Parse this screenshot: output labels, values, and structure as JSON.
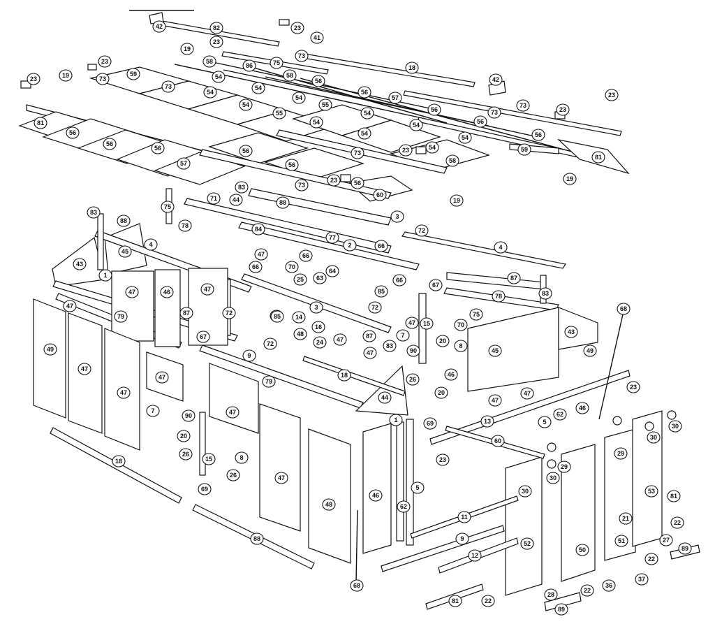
{
  "callouts": [
    {
      "id": "c-42a",
      "label": "42"
    },
    {
      "id": "c-82a",
      "label": "82"
    },
    {
      "id": "c-23a",
      "label": "23"
    },
    {
      "id": "c-23b",
      "label": "23"
    },
    {
      "id": "c-41",
      "label": "41"
    },
    {
      "id": "c-73a",
      "label": "73"
    },
    {
      "id": "c-19a",
      "label": "19"
    },
    {
      "id": "c-18a",
      "label": "18"
    },
    {
      "id": "c-23c",
      "label": "23"
    },
    {
      "id": "c-58a",
      "label": "58"
    },
    {
      "id": "c-86",
      "label": "86"
    },
    {
      "id": "c-75a",
      "label": "75"
    },
    {
      "id": "c-23d",
      "label": "23"
    },
    {
      "id": "c-19b",
      "label": "19"
    },
    {
      "id": "c-73b",
      "label": "73"
    },
    {
      "id": "c-59a",
      "label": "59"
    },
    {
      "id": "c-54a",
      "label": "54"
    },
    {
      "id": "c-58b",
      "label": "58"
    },
    {
      "id": "c-56a",
      "label": "56"
    },
    {
      "id": "c-42b",
      "label": "42"
    },
    {
      "id": "c-23e",
      "label": "23"
    },
    {
      "id": "c-73c",
      "label": "73"
    },
    {
      "id": "c-54b",
      "label": "54"
    },
    {
      "id": "c-54c",
      "label": "54"
    },
    {
      "id": "c-54d",
      "label": "54"
    },
    {
      "id": "c-56b",
      "label": "56"
    },
    {
      "id": "c-57a",
      "label": "57"
    },
    {
      "id": "c-73d",
      "label": "73"
    },
    {
      "id": "c-23f",
      "label": "23"
    },
    {
      "id": "c-81a",
      "label": "81"
    },
    {
      "id": "c-56c",
      "label": "56"
    },
    {
      "id": "c-54e",
      "label": "54"
    },
    {
      "id": "c-55a",
      "label": "55"
    },
    {
      "id": "c-55b",
      "label": "55"
    },
    {
      "id": "c-54f",
      "label": "54"
    },
    {
      "id": "c-56d",
      "label": "56"
    },
    {
      "id": "c-73e",
      "label": "73"
    },
    {
      "id": "c-56e",
      "label": "56"
    },
    {
      "id": "c-56f",
      "label": "56"
    },
    {
      "id": "c-54g",
      "label": "54"
    },
    {
      "id": "c-54h",
      "label": "54"
    },
    {
      "id": "c-54i",
      "label": "54"
    },
    {
      "id": "c-56g",
      "label": "56"
    },
    {
      "id": "c-56h",
      "label": "56"
    },
    {
      "id": "c-54j",
      "label": "54"
    },
    {
      "id": "c-59b",
      "label": "59"
    },
    {
      "id": "c-81b",
      "label": "81"
    },
    {
      "id": "c-57b",
      "label": "57"
    },
    {
      "id": "c-56i",
      "label": "56"
    },
    {
      "id": "c-23g",
      "label": "23"
    },
    {
      "id": "c-54k",
      "label": "54"
    },
    {
      "id": "c-73f",
      "label": "73"
    },
    {
      "id": "c-56j",
      "label": "56"
    },
    {
      "id": "c-58c",
      "label": "58"
    },
    {
      "id": "c-19c",
      "label": "19"
    },
    {
      "id": "c-23h",
      "label": "23"
    },
    {
      "id": "c-56k",
      "label": "56"
    },
    {
      "id": "c-73g",
      "label": "73"
    },
    {
      "id": "c-60a",
      "label": "60"
    },
    {
      "id": "c-19d",
      "label": "19"
    },
    {
      "id": "c-83a",
      "label": "83"
    },
    {
      "id": "c-44a",
      "label": "44"
    },
    {
      "id": "c-88a",
      "label": "88"
    },
    {
      "id": "c-71",
      "label": "71"
    },
    {
      "id": "c-75b",
      "label": "75"
    },
    {
      "id": "c-83b",
      "label": "83"
    },
    {
      "id": "c-88b",
      "label": "88"
    },
    {
      "id": "c-78a",
      "label": "78"
    },
    {
      "id": "c-3a",
      "label": "3"
    },
    {
      "id": "c-72a",
      "label": "72"
    },
    {
      "id": "c-84",
      "label": "84"
    },
    {
      "id": "c-77",
      "label": "77"
    },
    {
      "id": "c-2",
      "label": "2"
    },
    {
      "id": "c-66a",
      "label": "66"
    },
    {
      "id": "c-4a",
      "label": "4"
    },
    {
      "id": "c-4b",
      "label": "4"
    },
    {
      "id": "c-45a",
      "label": "45"
    },
    {
      "id": "c-47a",
      "label": "47"
    },
    {
      "id": "c-66b",
      "label": "66"
    },
    {
      "id": "c-43a",
      "label": "43"
    },
    {
      "id": "c-66c",
      "label": "66"
    },
    {
      "id": "c-70a",
      "label": "70"
    },
    {
      "id": "c-64",
      "label": "64"
    },
    {
      "id": "c-1a",
      "label": "1"
    },
    {
      "id": "c-25",
      "label": "25"
    },
    {
      "id": "c-63",
      "label": "63"
    },
    {
      "id": "c-85a",
      "label": "85"
    },
    {
      "id": "c-66d",
      "label": "66"
    },
    {
      "id": "c-67a",
      "label": "67"
    },
    {
      "id": "c-87a",
      "label": "87"
    },
    {
      "id": "c-78b",
      "label": "78"
    },
    {
      "id": "c-83c",
      "label": "83"
    },
    {
      "id": "c-47b",
      "label": "47"
    },
    {
      "id": "c-46a",
      "label": "46"
    },
    {
      "id": "c-47c",
      "label": "47"
    },
    {
      "id": "c-85b",
      "label": "85"
    },
    {
      "id": "c-72b",
      "label": "72"
    },
    {
      "id": "c-47d",
      "label": "47"
    },
    {
      "id": "c-3b",
      "label": "3"
    },
    {
      "id": "c-79a",
      "label": "79"
    },
    {
      "id": "c-87b",
      "label": "87"
    },
    {
      "id": "c-72c",
      "label": "72"
    },
    {
      "id": "c-14",
      "label": "14"
    },
    {
      "id": "c-75c",
      "label": "75"
    },
    {
      "id": "c-68a",
      "label": "68"
    },
    {
      "id": "c-85c",
      "label": "85"
    },
    {
      "id": "c-48a",
      "label": "48"
    },
    {
      "id": "c-16",
      "label": "16"
    },
    {
      "id": "c-24",
      "label": "24"
    },
    {
      "id": "c-47e",
      "label": "47"
    },
    {
      "id": "c-87c",
      "label": "87"
    },
    {
      "id": "c-7a",
      "label": "7"
    },
    {
      "id": "c-47f",
      "label": "47"
    },
    {
      "id": "c-15a",
      "label": "15"
    },
    {
      "id": "c-70b",
      "label": "70"
    },
    {
      "id": "c-43b",
      "label": "43"
    },
    {
      "id": "c-67b",
      "label": "67"
    },
    {
      "id": "c-72d",
      "label": "72"
    },
    {
      "id": "c-49a",
      "label": "49"
    },
    {
      "id": "c-47g",
      "label": "47"
    },
    {
      "id": "c-47h",
      "label": "47"
    },
    {
      "id": "c-47i",
      "label": "47"
    },
    {
      "id": "c-47j",
      "label": "47"
    },
    {
      "id": "c-83d",
      "label": "83"
    },
    {
      "id": "c-20a",
      "label": "20"
    },
    {
      "id": "c-8a",
      "label": "8"
    },
    {
      "id": "c-45b",
      "label": "45"
    },
    {
      "id": "c-90a",
      "label": "90"
    },
    {
      "id": "c-49b",
      "label": "49"
    },
    {
      "id": "c-9a",
      "label": "9"
    },
    {
      "id": "c-18b",
      "label": "18"
    },
    {
      "id": "c-26a",
      "label": "26"
    },
    {
      "id": "c-46b",
      "label": "46"
    },
    {
      "id": "c-23i",
      "label": "23"
    },
    {
      "id": "c-79b",
      "label": "79"
    },
    {
      "id": "c-20b",
      "label": "20"
    },
    {
      "id": "c-44b",
      "label": "44"
    },
    {
      "id": "c-47k",
      "label": "47"
    },
    {
      "id": "c-47l",
      "label": "47"
    },
    {
      "id": "c-46c",
      "label": "46"
    },
    {
      "id": "c-7b",
      "label": "7"
    },
    {
      "id": "c-90b",
      "label": "90"
    },
    {
      "id": "c-47m",
      "label": "47"
    },
    {
      "id": "c-1b",
      "label": "1"
    },
    {
      "id": "c-69a",
      "label": "69"
    },
    {
      "id": "c-13",
      "label": "13"
    },
    {
      "id": "c-5a",
      "label": "5"
    },
    {
      "id": "c-62a",
      "label": "62"
    },
    {
      "id": "c-30a",
      "label": "30"
    },
    {
      "id": "c-20c",
      "label": "20"
    },
    {
      "id": "c-60b",
      "label": "60"
    },
    {
      "id": "c-30b",
      "label": "30"
    },
    {
      "id": "c-26b",
      "label": "26"
    },
    {
      "id": "c-15b",
      "label": "15"
    },
    {
      "id": "c-8b",
      "label": "8"
    },
    {
      "id": "c-23j",
      "label": "23"
    },
    {
      "id": "c-29a",
      "label": "29"
    },
    {
      "id": "c-29b",
      "label": "29"
    },
    {
      "id": "c-26c",
      "label": "26"
    },
    {
      "id": "c-30c",
      "label": "30"
    },
    {
      "id": "c-30d",
      "label": "30"
    },
    {
      "id": "c-53",
      "label": "53"
    },
    {
      "id": "c-18c",
      "label": "18"
    },
    {
      "id": "c-69b",
      "label": "69"
    },
    {
      "id": "c-47n",
      "label": "47"
    },
    {
      "id": "c-48b",
      "label": "48"
    },
    {
      "id": "c-46d",
      "label": "46"
    },
    {
      "id": "c-5b",
      "label": "5"
    },
    {
      "id": "c-62b",
      "label": "62"
    },
    {
      "id": "c-81c",
      "label": "81"
    },
    {
      "id": "c-21",
      "label": "21"
    },
    {
      "id": "c-22a",
      "label": "22"
    },
    {
      "id": "c-11",
      "label": "11"
    },
    {
      "id": "c-52",
      "label": "52"
    },
    {
      "id": "c-50",
      "label": "50"
    },
    {
      "id": "c-51",
      "label": "51"
    },
    {
      "id": "c-27",
      "label": "27"
    },
    {
      "id": "c-22b",
      "label": "22"
    },
    {
      "id": "c-89a",
      "label": "89"
    },
    {
      "id": "c-9b",
      "label": "9"
    },
    {
      "id": "c-12",
      "label": "12"
    },
    {
      "id": "c-88c",
      "label": "88"
    },
    {
      "id": "c-68b",
      "label": "68"
    },
    {
      "id": "c-28",
      "label": "28"
    },
    {
      "id": "c-22c",
      "label": "22"
    },
    {
      "id": "c-36",
      "label": "36"
    },
    {
      "id": "c-37",
      "label": "37"
    },
    {
      "id": "c-81d",
      "label": "81"
    },
    {
      "id": "c-22d",
      "label": "22"
    },
    {
      "id": "c-89b",
      "label": "89"
    }
  ]
}
